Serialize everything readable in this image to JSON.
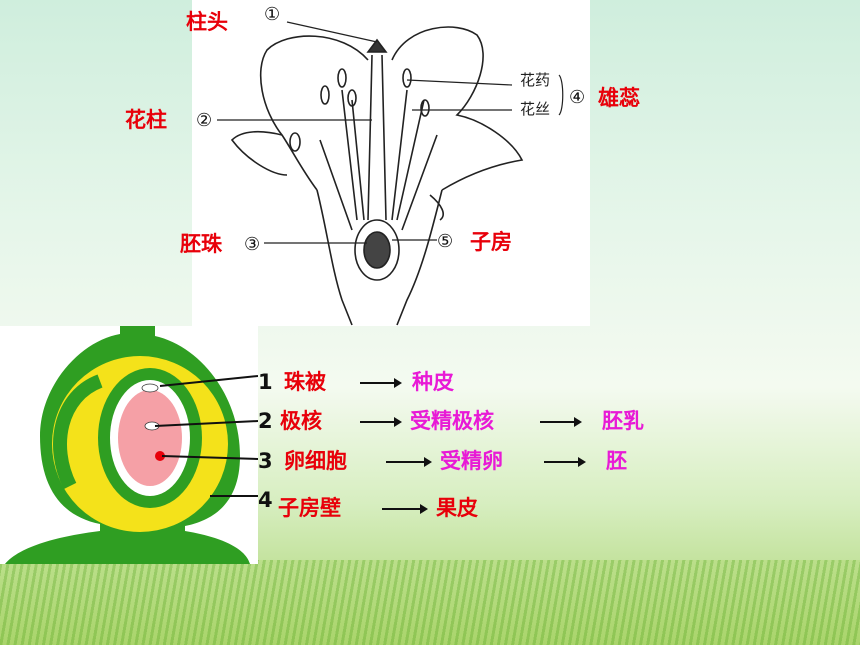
{
  "flower": {
    "stigma": "柱头",
    "style": "花柱",
    "ovule": "胚珠",
    "ovary": "子房",
    "stamen": "雄蕊",
    "anther": "花药",
    "filament": "花丝",
    "n1": "①",
    "n2": "②",
    "n3": "③",
    "n4": "④",
    "n5": "⑤"
  },
  "ovule_table": {
    "rows": [
      {
        "num": "1",
        "part": "珠被",
        "result": "种皮",
        "final": ""
      },
      {
        "num": "2",
        "part": "极核",
        "result": "受精极核",
        "final": "胚乳"
      },
      {
        "num": "3",
        "part": "卵细胞",
        "result": "受精卵",
        "final": "胚"
      },
      {
        "num": "4",
        "part": "子房壁",
        "result": "果皮",
        "final": ""
      }
    ]
  },
  "colors": {
    "red": "#e8000a",
    "magenta": "#e81ad6",
    "green": "#2f9e22",
    "yellow": "#f4e21a"
  }
}
